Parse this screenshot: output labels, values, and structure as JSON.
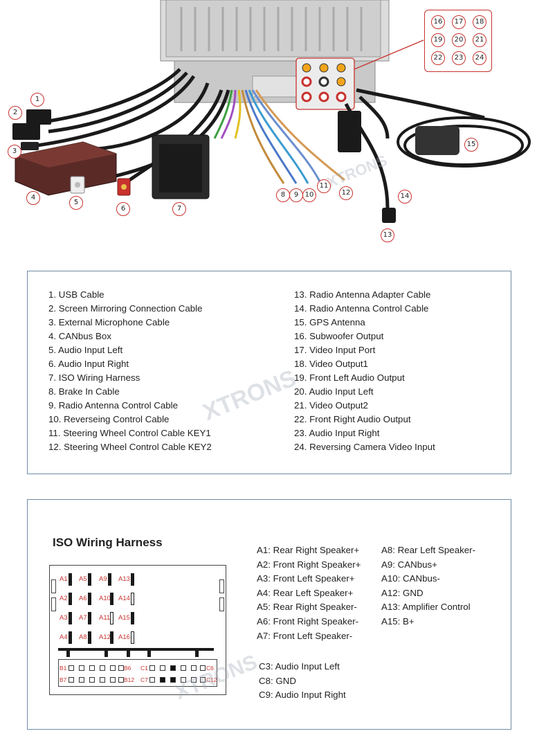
{
  "callouts": [
    "1",
    "2",
    "3",
    "4",
    "5",
    "6",
    "7",
    "8",
    "9",
    "10",
    "11",
    "12",
    "13",
    "14",
    "15"
  ],
  "pin_grid": [
    "16",
    "17",
    "18",
    "19",
    "20",
    "21",
    "22",
    "23",
    "24"
  ],
  "legend_left": [
    "1. USB Cable",
    "2. Screen Mirroring Connection Cable",
    "3. External Microphone Cable",
    "4. CANbus Box",
    "5. Audio Input Left",
    "6. Audio Input Right",
    "7. ISO Wiring Harness",
    "8. Brake In Cable",
    "9. Radio Antenna Control Cable",
    "10. Reverseing Control Cable",
    "11. Steering Wheel Control Cable KEY1",
    "12. Steering Wheel Control Cable KEY2"
  ],
  "legend_right": [
    "13. Radio Antenna Adapter Cable",
    "14. Radio Antenna Control Cable",
    "15. GPS Antenna",
    "16. Subwoofer Output",
    "17. Video Input Port",
    "18. Video Output1",
    "19. Front Left Audio Output",
    "20. Audio Input Left",
    "21. Video Output2",
    "22. Front Right Audio Output",
    "23. Audio Input Right",
    "24. Reversing Camera Video Input"
  ],
  "iso": {
    "title": "ISO Wiring Harness",
    "a_pins_left": [
      "A1: Rear Right Speaker+",
      "A2: Front Right Speaker+",
      "A3: Front Left Speaker+",
      "A4: Rear Left Speaker+",
      "A5: Rear Right Speaker-",
      "A6: Front Right Speaker-",
      "A7: Front Left Speaker-"
    ],
    "a_pins_right": [
      "A8: Rear Left Speaker-",
      "A9: CANbus+",
      "A10: CANbus-",
      "A12: GND",
      "A13: Amplifier Control",
      "A15: B+"
    ],
    "c_pins": [
      "C3: Audio Input Left",
      "C8: GND",
      "C9: Audio Input Right"
    ],
    "connector_labels": {
      "a": [
        "A1",
        "A5",
        "A9",
        "A13",
        "A2",
        "A6",
        "A10",
        "A14",
        "A3",
        "A7",
        "A11",
        "A15",
        "A4",
        "A8",
        "A12",
        "A16"
      ],
      "b": [
        "B1",
        "B6",
        "B7",
        "B12"
      ],
      "c": [
        "C1",
        "C6",
        "C7",
        "C12"
      ]
    }
  },
  "watermark": "XTRONS"
}
